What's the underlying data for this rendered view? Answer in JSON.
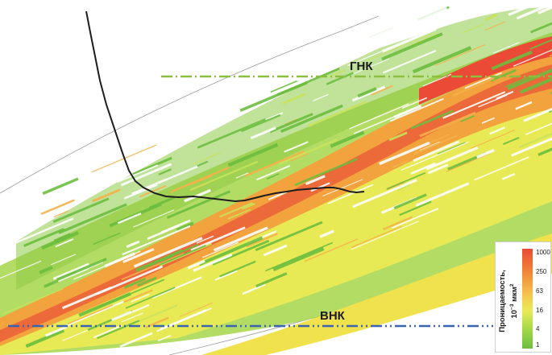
{
  "contacts": {
    "gas_oil": {
      "label": "ГНК",
      "color": "#8cbf3f"
    },
    "water_oil": {
      "label": "ВНК",
      "color": "#3a63b0"
    }
  },
  "legend": {
    "title_line1": "Проницаемость,",
    "title_line2_prefix": "10",
    "title_line2_exp": "−3",
    "title_line2_unit": " мкм",
    "title_line2_unit_exp": "2",
    "ticks": [
      "1000",
      "250",
      "63",
      "16",
      "4",
      "1"
    ],
    "colors": [
      "#ea4a36",
      "#f28a37",
      "#f6c24a",
      "#e9eb57",
      "#a7d847",
      "#6cbe3f"
    ]
  },
  "well_log_color": "#1e1e1e"
}
